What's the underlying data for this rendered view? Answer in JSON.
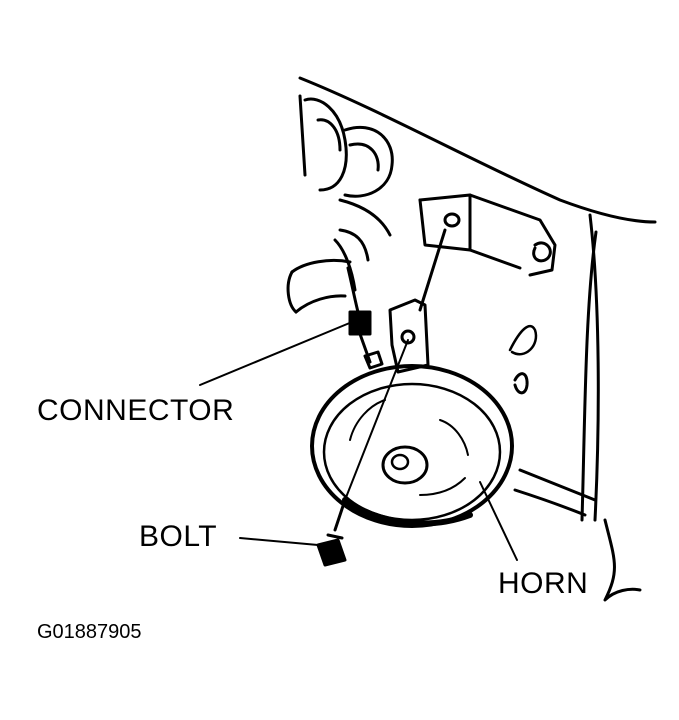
{
  "labels": {
    "connector": "CONNECTOR",
    "bolt": "BOLT",
    "horn": "HORN"
  },
  "figure_id": "G01887905",
  "colors": {
    "ink": "#000000",
    "background": "#ffffff"
  }
}
